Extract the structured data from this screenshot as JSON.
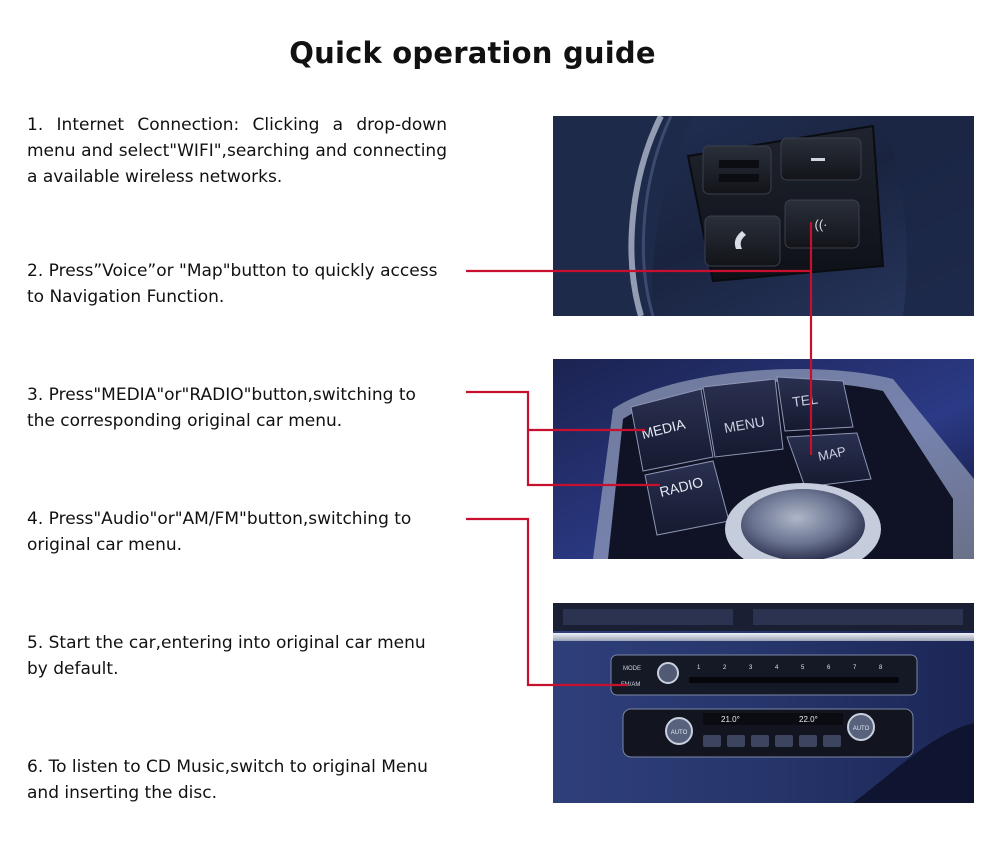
{
  "title": "Quick operation guide",
  "steps": [
    {
      "text": "1. Internet Connection: Clicking a drop-down menu and select\"WIFI\",searching and connecting a available wireless networks."
    },
    {
      "text": "2. Press”Voice”or \"Map\"button to quickly access to Navigation Function."
    },
    {
      "text": "3. Press\"MEDIA\"or\"RADIO\"button,switching to the corresponding original car menu."
    },
    {
      "text": "4. Press\"Audio\"or\"AM/FM\"button,switching to original car menu."
    },
    {
      "text": "5. Start the car,entering into original car menu by default."
    },
    {
      "text": "6. To listen to CD Music,switch to original Menu and  inserting the disc."
    }
  ],
  "idrive_buttons": {
    "media": "MEDIA",
    "menu": "MENU",
    "tel": "TEL",
    "radio": "RADIO",
    "map": "MAP"
  },
  "radio_panel": {
    "mode": "MODE",
    "fm_am": "FM/AM",
    "presets": [
      "1",
      "2",
      "3",
      "4",
      "5",
      "6",
      "7",
      "8"
    ],
    "temp_left": "21.0°",
    "temp_right": "22.0°",
    "auto_left": "AUTO",
    "auto_right": "AUTO"
  },
  "colors": {
    "connector": "#c8102e",
    "button_face": "#1c2236",
    "dash_blue": "#2a3b7a"
  }
}
